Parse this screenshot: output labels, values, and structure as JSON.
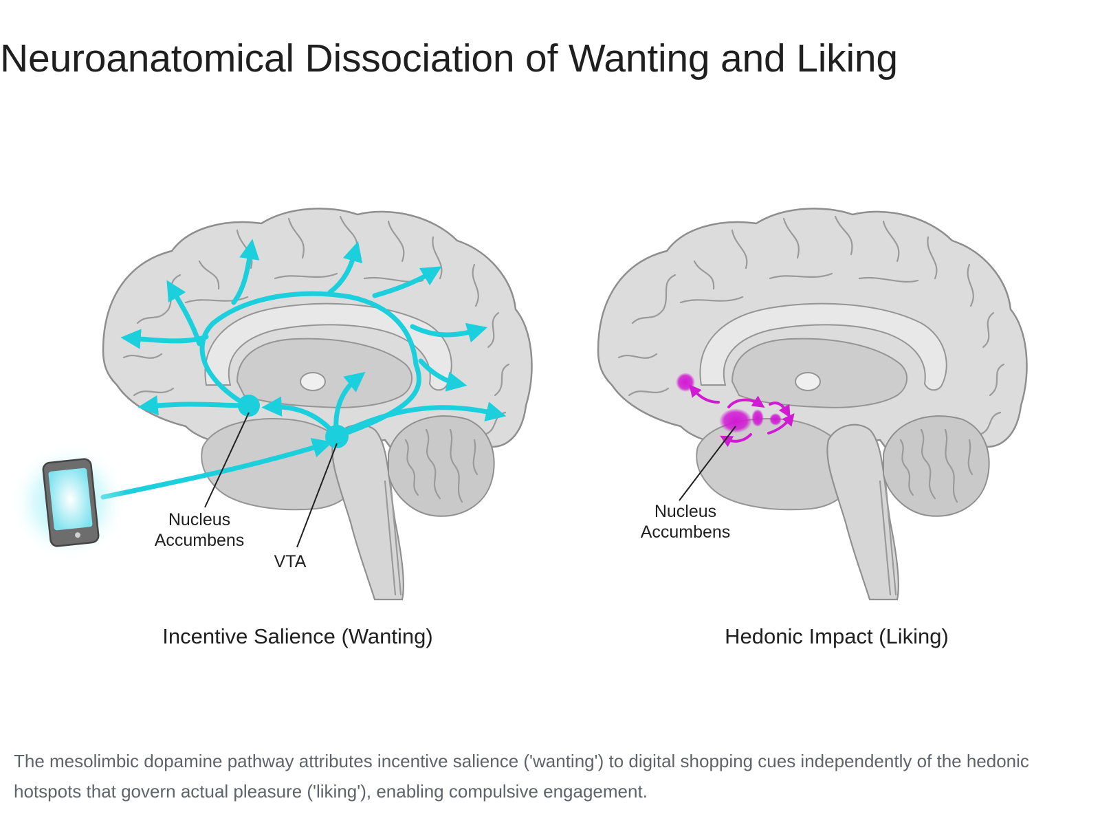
{
  "title": "Neuroanatomical Dissociation of Wanting and Liking",
  "left_panel": {
    "label_nucleus_line1": "Nucleus",
    "label_nucleus_line2": "Accumbens",
    "label_vta": "VTA",
    "caption": "Incentive Salience (Wanting)",
    "icons": [
      "smartphone-icon",
      "brain-illustration",
      "dopamine-pathway-arrows"
    ]
  },
  "right_panel": {
    "label_nucleus_line1": "Nucleus",
    "label_nucleus_line2": "Accumbens",
    "caption": "Hedonic Impact (Liking)",
    "icons": [
      "brain-illustration",
      "hedonic-hotspot-markers"
    ]
  },
  "colors": {
    "wanting_pathway": "#1ccfdc",
    "liking_hotspots": "#d11ad3",
    "brain_fill": "#dcdcdc",
    "caption_text": "#5f6368"
  },
  "caption": "The mesolimbic dopamine pathway attributes incentive salience ('wanting') to digital shopping cues independently of the hedonic hotspots that govern actual pleasure ('liking'), enabling compulsive engagement."
}
